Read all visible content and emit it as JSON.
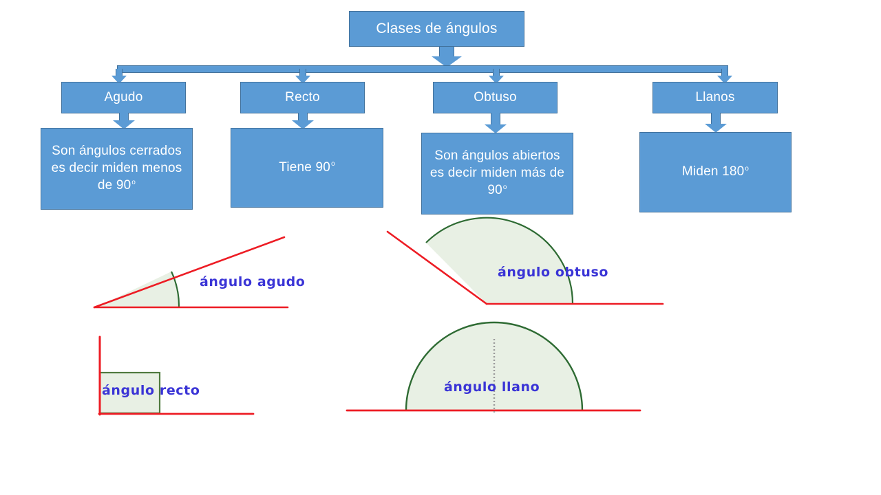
{
  "diagram_title": "Clases de ángulos",
  "flowchart": {
    "root": {
      "label": "Clases de ángulos"
    },
    "categories": [
      {
        "label": "Agudo"
      },
      {
        "label": "Recto"
      },
      {
        "label": "Obtuso"
      },
      {
        "label": "Llanos"
      }
    ],
    "descriptions": [
      {
        "text": "Son ángulos cerrados es decir miden menos de 90",
        "degree": "o"
      },
      {
        "text": "Tiene 90",
        "degree": "o"
      },
      {
        "text": "Son ángulos abiertos es decir miden más de 90",
        "degree": "o"
      },
      {
        "text": "Miden 180",
        "degree": "o"
      }
    ]
  },
  "illustrations": [
    {
      "name": "acute-angle",
      "label": "ángulo agudo"
    },
    {
      "name": "obtuse-angle",
      "label": "ángulo obtuso"
    },
    {
      "name": "right-angle",
      "label": "ángulo recto"
    },
    {
      "name": "straight-angle",
      "label": "ángulo llano"
    }
  ],
  "colors": {
    "box_fill": "#5B9BD5",
    "box_border": "#41719C",
    "box_text": "#FFFFFF",
    "ray_red": "#ED1C24",
    "arc_green": "#2E6B33",
    "arc_fill": "#E8F0E4",
    "label_blue": "#3A34D6"
  }
}
